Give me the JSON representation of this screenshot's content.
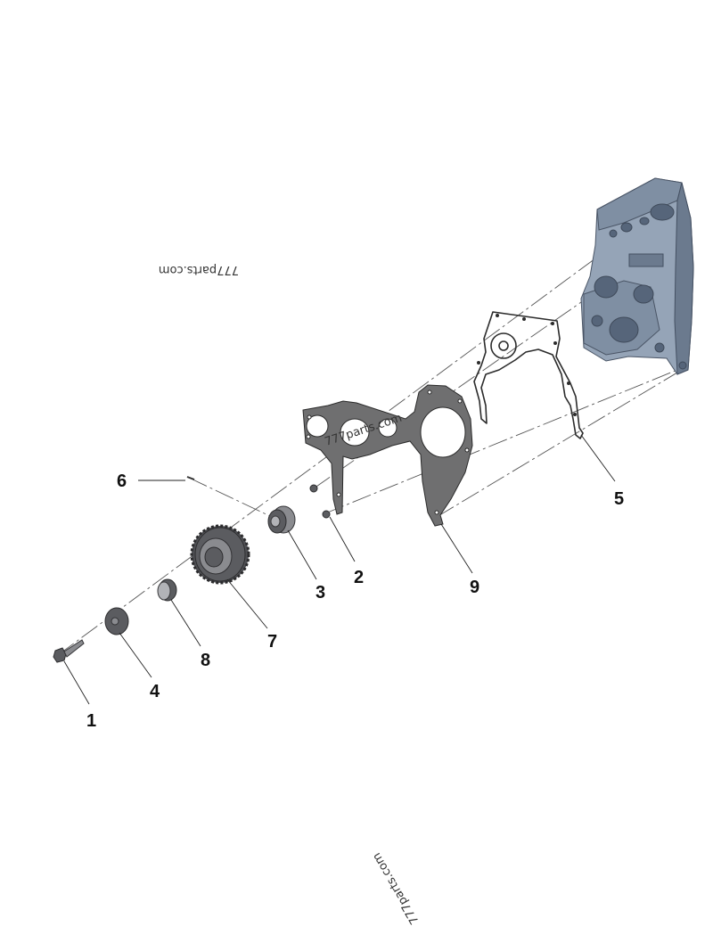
{
  "callouts": [
    {
      "id": "1",
      "label": "1"
    },
    {
      "id": "2",
      "label": "2"
    },
    {
      "id": "3",
      "label": "3"
    },
    {
      "id": "4",
      "label": "4"
    },
    {
      "id": "5",
      "label": "5"
    },
    {
      "id": "6",
      "label": "6"
    },
    {
      "id": "7",
      "label": "7"
    },
    {
      "id": "8",
      "label": "8"
    },
    {
      "id": "9",
      "label": "9"
    }
  ],
  "watermarks": [
    {
      "text": "777parts.com"
    },
    {
      "text": "777parts.com"
    },
    {
      "text": "777parts.com"
    }
  ],
  "colors": {
    "engine_block": "#8495aa",
    "parts": "#5b5c60",
    "background": "#ffffff"
  }
}
